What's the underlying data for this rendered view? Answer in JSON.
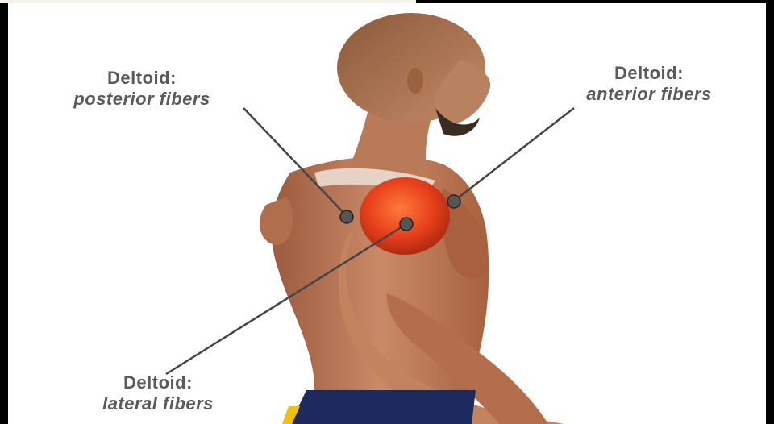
{
  "labels": {
    "posterior": {
      "title": "Deltoid:",
      "subtitle": "posterior fibers"
    },
    "anterior": {
      "title": "Deltoid:",
      "subtitle": "anterior fibers"
    },
    "lateral": {
      "title": "Deltoid:",
      "subtitle": "lateral fibers"
    }
  },
  "colors": {
    "skin": "#c8886a",
    "muscle": "#a95a40",
    "deltoid": "#e8401c",
    "leader_line": "#444444",
    "label_text": "#5a5a5a",
    "shorts": "#1e2a5e",
    "shorts_accent": "#f2c200"
  }
}
